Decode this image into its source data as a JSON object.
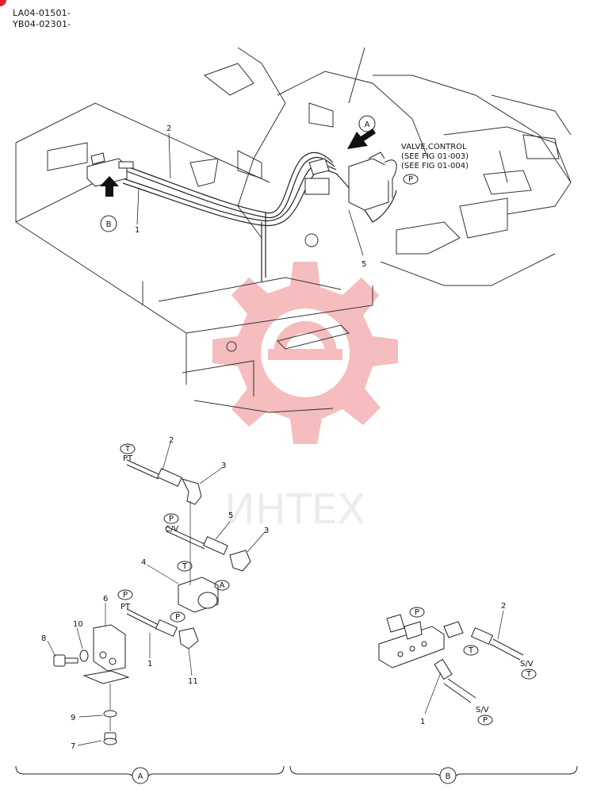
{
  "header": {
    "code_lines": [
      "LA04-01501-",
      "YB04-02301-"
    ]
  },
  "colors": {
    "watermark": "#f2a7a7",
    "line": "#111111",
    "corner_mark": "#e0202a"
  },
  "watermark": {
    "text": "ИНТЕХ"
  },
  "top_view": {
    "callouts": {
      "a": "A",
      "b": "B",
      "part_1": "1",
      "part_2": "2",
      "part_5": "5",
      "p": "P"
    },
    "valve_note": [
      "VALVE,CONTROL",
      "(SEE FIG 01-003)",
      "(SEE FIG 01-004)"
    ]
  },
  "detail_a": {
    "label": "A",
    "parts": {
      "p1": "1",
      "p2": "2",
      "p3a": "3",
      "p3b": "3",
      "p4": "4",
      "p5": "5",
      "p6": "6",
      "p7": "7",
      "p8": "8",
      "p9": "9",
      "p10": "10",
      "p11": "11"
    },
    "ports": {
      "t_circle": "T",
      "p_circle": "P",
      "pt_top": "PT",
      "cv": "C/V",
      "pt_mid": "PT",
      "a_circle": "A"
    }
  },
  "detail_b": {
    "label": "B",
    "parts": {
      "p1": "1",
      "p2": "2"
    },
    "ports": {
      "p_circle": "P",
      "t_circle": "T",
      "sv1": "S/V",
      "sv2": "S/V"
    }
  },
  "icons": [
    "arrow-a-icon",
    "arrow-b-icon",
    "gear-watermark-icon"
  ]
}
